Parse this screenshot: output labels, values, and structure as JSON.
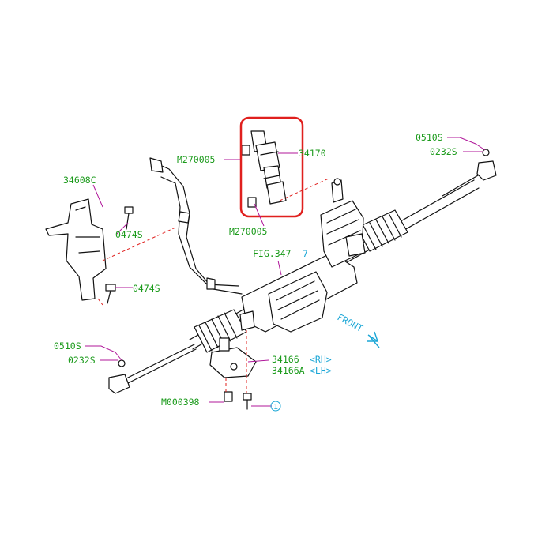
{
  "labels": {
    "l34170": "34170",
    "m270005_top": "M270005",
    "m270005_bot": "M270005",
    "l34608c": "34608C",
    "l0474s_a": "0474S",
    "l0474s_b": "0474S",
    "fig": "FIG.347",
    "fig_ref": "7",
    "l0510s_r": "0510S",
    "l0232s_r": "0232S",
    "l0510s_l": "0510S",
    "l0232s_l": "0232S",
    "l34166": "34166",
    "l34166_rh": "<RH>",
    "l34166a": "34166A",
    "l34166a_lh": "<LH>",
    "m000398": "M000398",
    "circle_ref": "1",
    "front": "FRONT"
  },
  "colors": {
    "label_green": "#1a9a1a",
    "label_cyan": "#1aa6d6",
    "leader_magenta": "#b0179a",
    "dash_red": "#e0201e",
    "highlight_box": "#e0201e"
  }
}
